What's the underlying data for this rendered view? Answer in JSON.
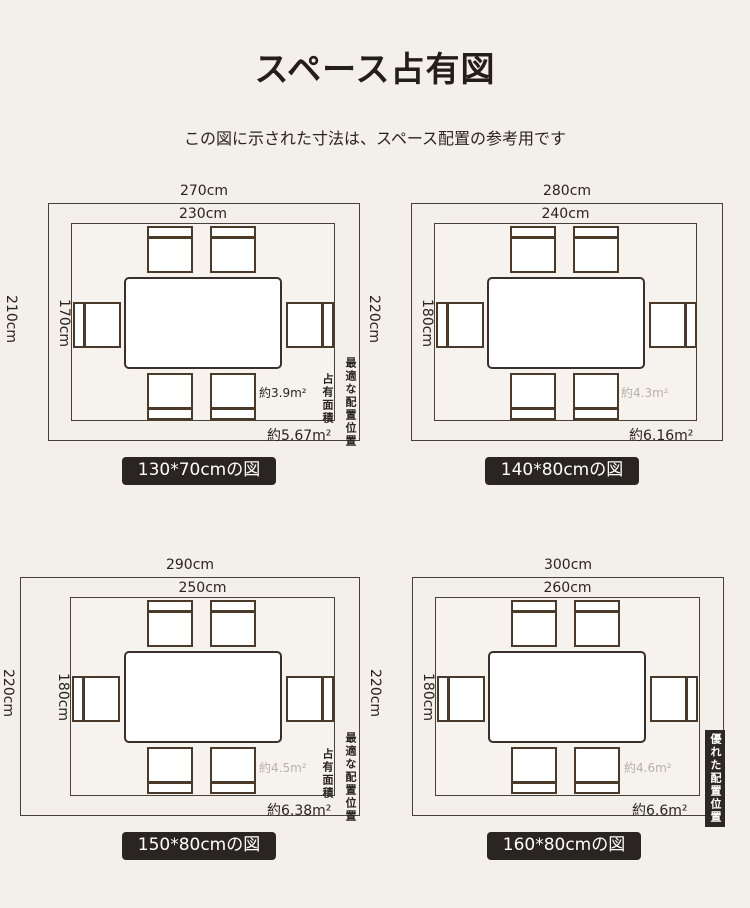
{
  "header": {
    "title": "スペース占有図",
    "subtitle": "この図に示された寸法は、スペース配置の参考用です"
  },
  "panels": [
    {
      "outer_w": "270cm",
      "inner_w": "230cm",
      "outer_h": "210cm",
      "inner_h": "170cm",
      "area_small": "約3.9m²",
      "area_large": "約5.67m²",
      "label_occupied": "占有面積",
      "label_position": "最適な配置位置",
      "caption": "130*70cmの図"
    },
    {
      "outer_w": "280cm",
      "inner_w": "240cm",
      "outer_h": "220cm",
      "inner_h": "180cm",
      "area_small": "約4.3m²",
      "area_large": "約6.16m²",
      "caption": "140*80cmの図"
    },
    {
      "outer_w": "290cm",
      "inner_w": "250cm",
      "outer_h": "220cm",
      "inner_h": "180cm",
      "area_small": "約4.5m²",
      "area_large": "約6.38m²",
      "label_occupied": "占有面積",
      "label_position": "最適な配置位置",
      "caption": "150*80cmの図"
    },
    {
      "outer_w": "300cm",
      "inner_w": "260cm",
      "outer_h": "220cm",
      "inner_h": "180cm",
      "area_small": "約4.6m²",
      "area_large": "約6.6m²",
      "label_position": "優れた配置位置",
      "caption": "160*80cmの図"
    }
  ]
}
